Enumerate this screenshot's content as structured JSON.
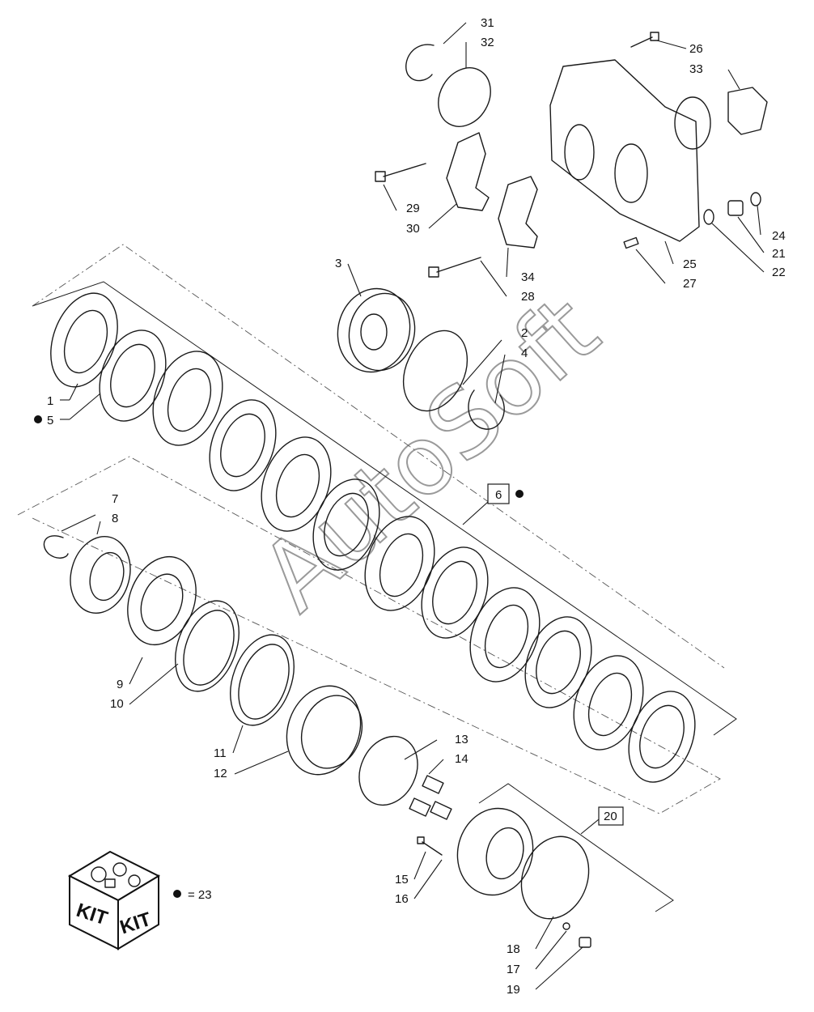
{
  "diagram": {
    "labels": {
      "l1": "1",
      "l2": "2",
      "l3": "3",
      "l4": "4",
      "l5": "5",
      "l6": "6",
      "l7": "7",
      "l8": "8",
      "l9": "9",
      "l10": "10",
      "l11": "11",
      "l12": "12",
      "l13": "13",
      "l14": "14",
      "l15": "15",
      "l16": "16",
      "l17": "17",
      "l18": "18",
      "l19": "19",
      "l20": "20",
      "l21": "21",
      "l22": "22",
      "l23": "23",
      "l24": "24",
      "l25": "25",
      "l26": "26",
      "l27": "27",
      "l28": "28",
      "l29": "29",
      "l30": "30",
      "l31": "31",
      "l32": "32",
      "l33": "33",
      "l34": "34"
    },
    "legend": {
      "equals": "= 23"
    },
    "kit": {
      "left": "KIT",
      "right": "KIT"
    },
    "watermark": "AutoSoft"
  }
}
